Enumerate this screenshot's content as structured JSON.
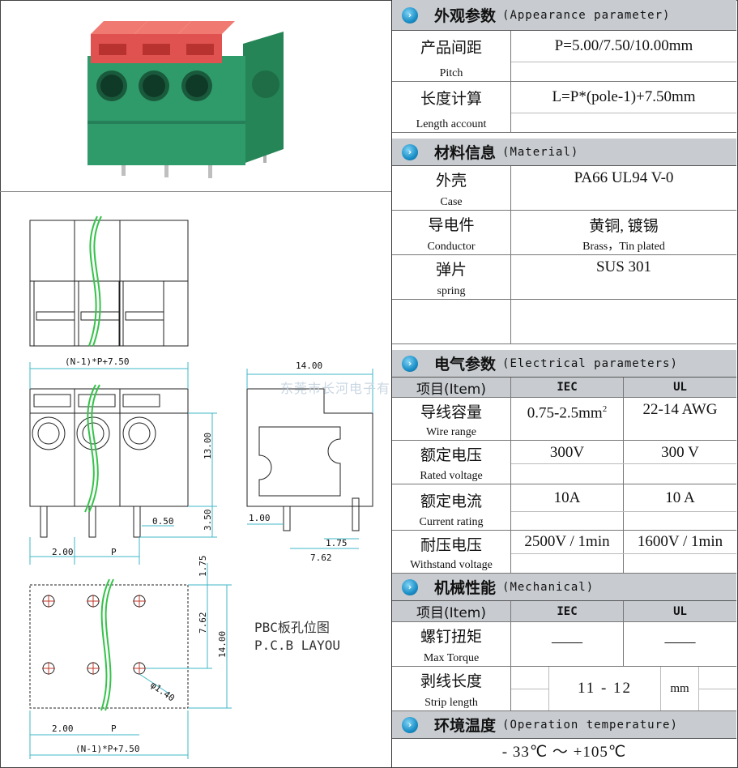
{
  "watermark": "东莞市长河电子有",
  "pcb": {
    "label_zh": "PBC板孔位图",
    "label_en": "P.C.B LAYOU"
  },
  "dims": {
    "overall_top": "(N-1)*P+7.50",
    "overall_bottom": "(N-1)*P+7.50",
    "side_width": "14.00",
    "height_13": "13.00",
    "lead_350": "3.50",
    "pin_050": "0.50",
    "pitch_200": "2.00",
    "pitch_p": "P",
    "side_100": "1.00",
    "side_175": "1.75",
    "side_762": "7.62",
    "pcb_175": "1.75",
    "pcb_762": "7.62",
    "pcb_1400": "14.00",
    "pcb_200": "2.00",
    "pcb_p": "P",
    "hole": "φ1.40"
  },
  "appearance": {
    "title_zh": "外观参数",
    "title_en": "(Appearance parameter)",
    "rows": [
      {
        "zh": "产品间距",
        "en": "Pitch",
        "value": "P=5.00/7.50/10.00mm"
      },
      {
        "zh": "长度计算",
        "en": "Length account",
        "value": "L=P*(pole-1)+7.50mm"
      }
    ]
  },
  "material": {
    "title_zh": "材料信息",
    "title_en": "(Material)",
    "rows": [
      {
        "zh": "外壳",
        "en": "Case",
        "value": "PA66 UL94 V-0",
        "value2": ""
      },
      {
        "zh": "导电件",
        "en": "Conductor",
        "value": "黄铜, 镀锡",
        "value2": "Brass，Tin plated"
      },
      {
        "zh": "弹片",
        "en": "spring",
        "value": "SUS 301",
        "value2": ""
      }
    ]
  },
  "electrical": {
    "title_zh": "电气参数",
    "title_en": "(Electrical parameters)",
    "header": {
      "item": "项目(Item)",
      "iec": "IEC",
      "ul": "UL"
    },
    "rows": [
      {
        "zh": "导线容量",
        "en": "Wire range",
        "iec": "0.75-2.5mm",
        "iec_sup": "2",
        "ul": "22-14 AWG"
      },
      {
        "zh": "额定电压",
        "en": "Rated voltage",
        "iec": "300V",
        "ul": "300 V"
      },
      {
        "zh": "额定电流",
        "en": "Current rating",
        "iec": "10A",
        "ul": "10 A"
      },
      {
        "zh": "耐压电压",
        "en": "Withstand voltage",
        "iec": "2500V / 1min",
        "ul": "1600V / 1min"
      }
    ]
  },
  "mechanical": {
    "title_zh": "机械性能",
    "title_en": "(Mechanical)",
    "header": {
      "item": "项目(Item)",
      "iec": "IEC",
      "ul": "UL"
    },
    "rows": [
      {
        "zh": "螺钉扭矩",
        "en": "Max Torque",
        "iec": "——",
        "ul": "——"
      },
      {
        "zh": "剥线长度",
        "en": "Strip length",
        "value": "11 - 12",
        "unit": "mm"
      }
    ]
  },
  "environment": {
    "title_zh": "环境温度",
    "title_en": "(Operation temperature)",
    "value": "- 33℃ ～ +105℃"
  },
  "colors": {
    "header_bg": "#c8ccd0",
    "terminal_green": "#2f9b6b",
    "lever_red": "#e0524f",
    "wire_green": "#35c24a",
    "dim_cyan": "#3fb7c7"
  },
  "icons": [
    "arrow-ball-icon"
  ]
}
